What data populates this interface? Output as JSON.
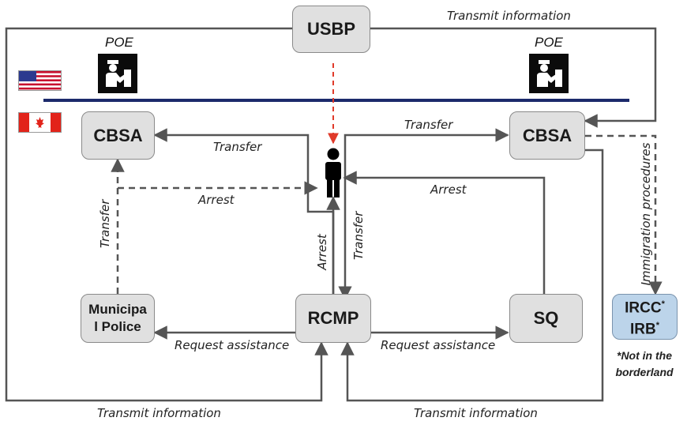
{
  "nodes": {
    "usbp": "USBP",
    "cbsa_left": "CBSA",
    "cbsa_right": "CBSA",
    "municipal_line1": "Municipa",
    "municipal_line2": "l Police",
    "rcmp": "RCMP",
    "sq": "SQ",
    "ircc_line1": "IRCC",
    "irb_line2": "IRB",
    "asterisk": "*"
  },
  "poe_labels": {
    "left": "POE",
    "right": "POE"
  },
  "edge_labels": {
    "transmit_top": "Transmit information",
    "transfer_cbsa_left": "Transfer",
    "transfer_cbsa_right": "Transfer",
    "arrest_left": "Arrest",
    "arrest_right": "Arrest",
    "transfer_vertical_left": "Transfer",
    "arrest_vertical": "Arrest",
    "transfer_vertical_center": "Transfer",
    "immigration_procedures": "Immigration procedures",
    "request_assistance_left": "Request assistance",
    "request_assistance_right": "Request assistance",
    "transmit_bottom_left": "Transmit information",
    "transmit_bottom_right": "Transmit information"
  },
  "note": {
    "line1": "*Not in the",
    "line2": "borderland"
  },
  "icons": {
    "person": "person-icon",
    "poe_officer": "border-officer-icon",
    "flag_us": "us-flag-icon",
    "flag_ca": "canada-flag-icon"
  },
  "colors": {
    "node_fill": "#e0e0e0",
    "node_border": "#8a8a8a",
    "ircc_fill": "#bcd4ea",
    "border_line": "#1c2a6b",
    "arrow": "#555555",
    "arrow_red": "#e03a2a"
  }
}
